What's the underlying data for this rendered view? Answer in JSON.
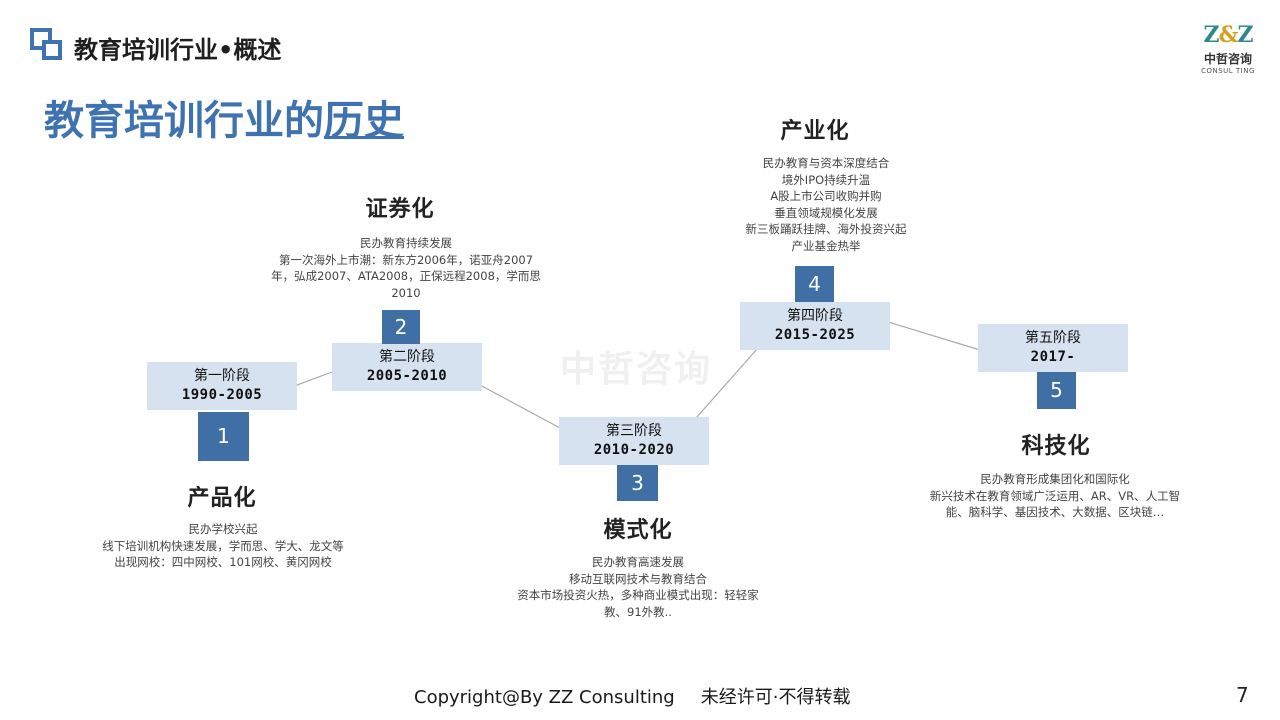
{
  "header": {
    "title": "教育培训行业•概述"
  },
  "brand": {
    "mark_left": "Z",
    "mark_amp": "&",
    "mark_right": "Z",
    "name_cn": "中哲咨询",
    "name_en": "CONSUL TING"
  },
  "main_title": {
    "prefix": "教育培训行业的",
    "underlined": "历史"
  },
  "watermark": "中哲咨询",
  "stages": [
    {
      "number": "1",
      "label": "第一阶段",
      "years": "1990-2005",
      "title": "产品化",
      "desc": [
        "民办学校兴起",
        "线下培训机构快速发展，学而思、学大、龙文等",
        "出现网校：四中网校、101网校、黄冈网校"
      ]
    },
    {
      "number": "2",
      "label": "第二阶段",
      "years": "2005-2010",
      "title": "证券化",
      "desc": [
        "民办教育持续发展",
        "第一次海外上市潮：新东方2006年，诺亚舟2007",
        "年，弘成2007、ATA2008，正保远程2008，学而思",
        "2010"
      ]
    },
    {
      "number": "3",
      "label": "第三阶段",
      "years": "2010-2020",
      "title": "模式化",
      "desc": [
        "民办教育高速发展",
        "移动互联网技术与教育结合",
        "资本市场投资火热，多种商业模式出现：轻轻家",
        "教、91外教.."
      ]
    },
    {
      "number": "4",
      "label": "第四阶段",
      "years": "2015-2025",
      "title": "产业化",
      "desc": [
        "民办教育与资本深度结合",
        "境外IPO持续升温",
        "A股上市公司收购并购",
        "垂直领域规模化发展",
        "新三板踊跃挂牌、海外投资兴起",
        "产业基金热举"
      ]
    },
    {
      "number": "5",
      "label": "第五阶段",
      "years": "2017-",
      "title": "科技化",
      "desc": [
        "民办教育形成集团化和国际化",
        "新兴技术在教育领域广泛运用、AR、VR、人工智",
        "能、脑科学、基因技术、大数据、区块链…"
      ]
    }
  ],
  "footer": {
    "copyright": "Copyright@By ZZ Consulting",
    "note": "未经许可·不得转载",
    "page": "7"
  }
}
